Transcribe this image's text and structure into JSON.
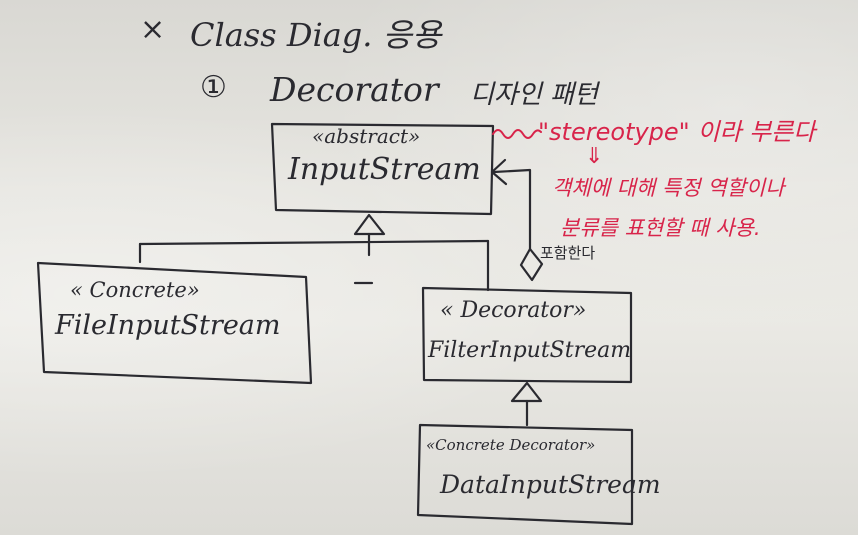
{
  "heading": {
    "bullet": "×",
    "title": "Class Diag. 응용",
    "item_number": "①",
    "item_title": "Decorator",
    "item_title_ko": "디자인 패턴"
  },
  "classes": [
    {
      "id": "input-stream",
      "stereotype": "«abstract»",
      "name": "InputStream"
    },
    {
      "id": "file-input-stream",
      "stereotype": "« Concrete»",
      "name": "FileInputStream"
    },
    {
      "id": "filter-input-stream",
      "stereotype": "« Decorator»",
      "name": "FilterInputStream"
    },
    {
      "id": "data-input-stream",
      "stereotype": "«Concrete Decorator»",
      "name": "DataInputStream"
    }
  ],
  "annotations": {
    "stereotype_note": "\"stereotype\" 이라 부른다",
    "arrow_down": "⇓",
    "explanation_line1": "객체에 대해 특정 역할이나",
    "explanation_line2": "분류를 표현할 때 사용.",
    "composition_label": "포함한다"
  },
  "colors": {
    "ink": "#2a2a30",
    "marker_red": "#d8244a",
    "board": "#e6e5e0"
  }
}
